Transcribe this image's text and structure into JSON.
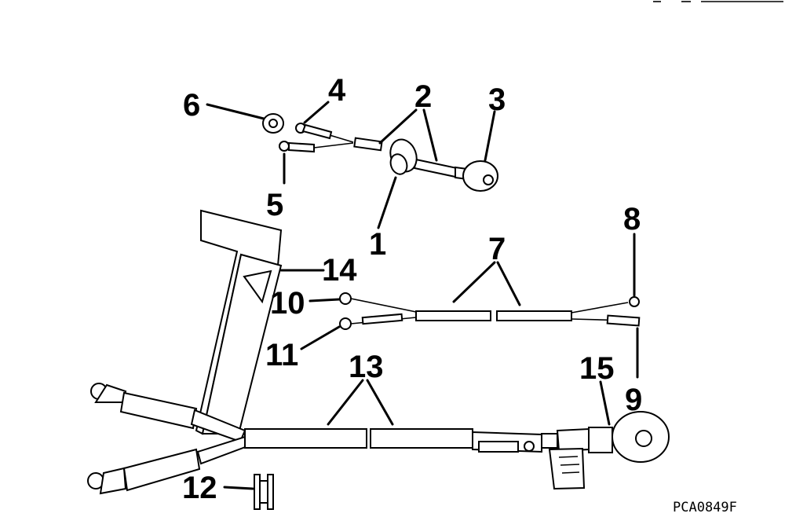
{
  "callouts": {
    "n1": "1",
    "n2": "2",
    "n3": "3",
    "n4": "4",
    "n5": "5",
    "n6": "6",
    "n7": "7",
    "n8": "8",
    "n9": "9",
    "n10": "10",
    "n11": "11",
    "n12": "12",
    "n13": "13",
    "n14": "14",
    "n15": "15"
  },
  "figure_code": "PCA0849F"
}
